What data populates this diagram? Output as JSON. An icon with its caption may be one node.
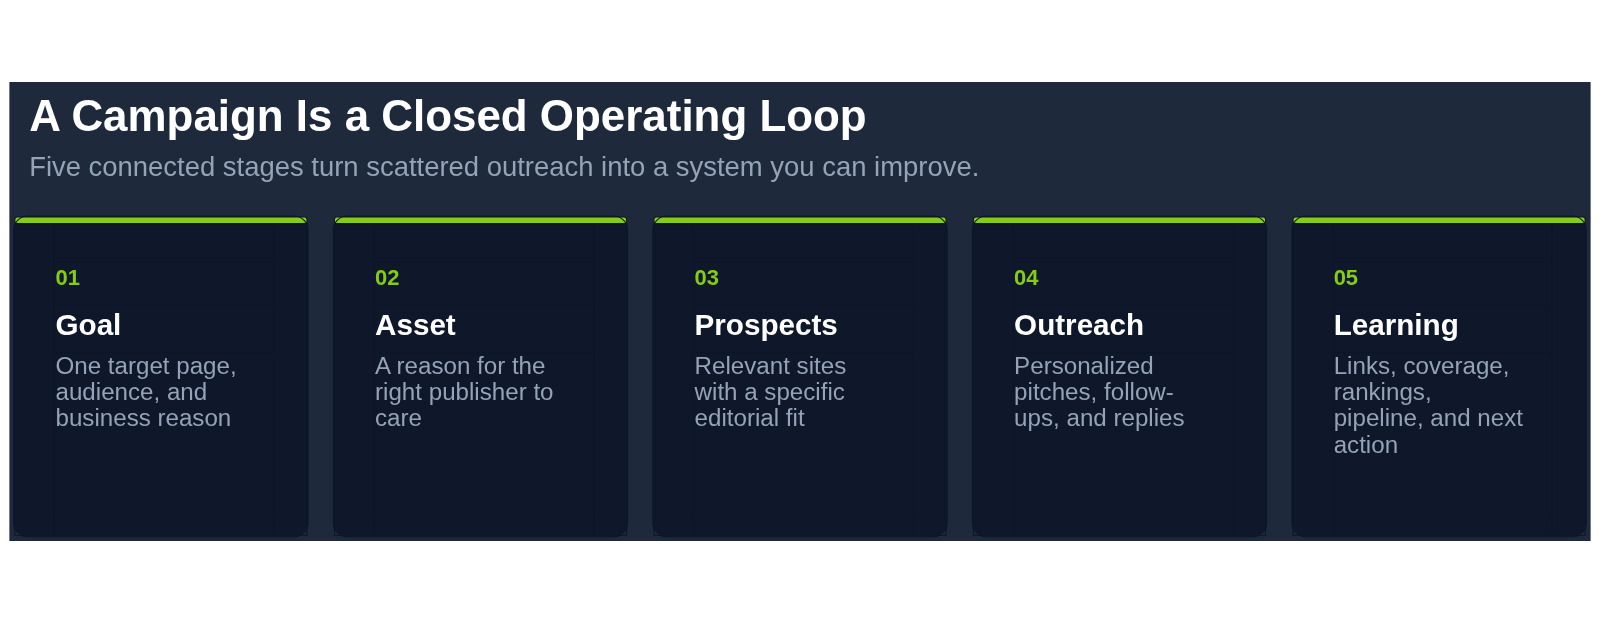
{
  "diagram": {
    "title": "A Campaign Is a Closed Operating Loop",
    "caption": "Five connected stages turn scattered outreach into a system you can improve.",
    "nodes": [
      {
        "text": [
          "01",
          "Goal",
          "One target page, audience, and business reason"
        ]
      },
      {
        "text": [
          "02",
          "Asset",
          "A reason for the right publisher to care"
        ]
      },
      {
        "text": [
          "03",
          "Prospects",
          "Relevant sites with a specific editorial fit"
        ]
      },
      {
        "text": [
          "04",
          "Outreach",
          "Personalized pitches, follow-ups, and replies"
        ]
      },
      {
        "text": [
          "05",
          "Learning",
          "Links, coverage, rankings, pipeline, and next action"
        ]
      }
    ]
  }
}
